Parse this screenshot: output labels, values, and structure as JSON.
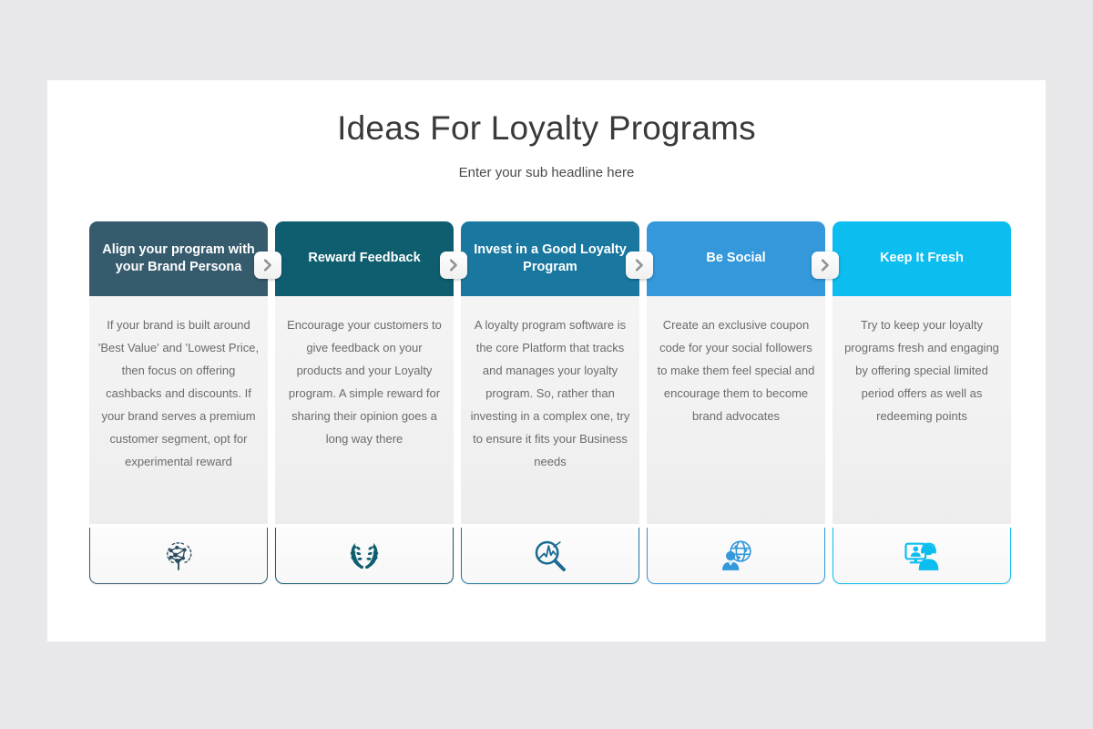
{
  "slide": {
    "title": "Ideas For Loyalty Programs",
    "subtitle": "Enter your sub headline here"
  },
  "colors": {
    "card1": "#365b6d",
    "card2": "#0f5e70",
    "card3": "#1a78a0",
    "card4": "#3498db",
    "card5": "#0cbdf0",
    "chevron_arrow": "#8f9396",
    "body_text": "#6b6b6b",
    "title_text": "#3a3a3a",
    "stage_background": "#ffffff",
    "page_background": "#e8e8ea"
  },
  "cards": [
    {
      "title": "Align your program with your Brand Persona",
      "body": "If your brand is built around 'Best Value' and 'Lowest Price, then focus on offering cashbacks and discounts. If your brand serves a premium customer segment, opt for experimental reward",
      "color": "#365b6d",
      "icon": "brain-network-icon",
      "has_chevron": true
    },
    {
      "title": "Reward Feedback",
      "body": "Encourage your customers to give feedback on your products and your Loyalty program. A simple reward for sharing their opinion goes a long way there",
      "color": "#0f5e70",
      "icon": "laurel-wreath-icon",
      "has_chevron": true
    },
    {
      "title": "Invest in a Good Loyalty Program",
      "body": "A loyalty program software is the core Platform that tracks and manages your loyalty program. So, rather than investing in a complex one, try to ensure it fits your Business needs",
      "color": "#1a78a0",
      "icon": "magnifier-analytics-icon",
      "has_chevron": true
    },
    {
      "title": "Be Social",
      "body": "Create an exclusive coupon code for your social followers to make them feel special and encourage them to become brand advocates",
      "color": "#3498db",
      "icon": "globe-person-icon",
      "has_chevron": true
    },
    {
      "title": "Keep It Fresh",
      "body": "Try to keep your loyalty programs fresh and engaging by offering special limited period offers as well as redeeming points",
      "color": "#0cbdf0",
      "icon": "video-support-icon",
      "has_chevron": false
    }
  ]
}
